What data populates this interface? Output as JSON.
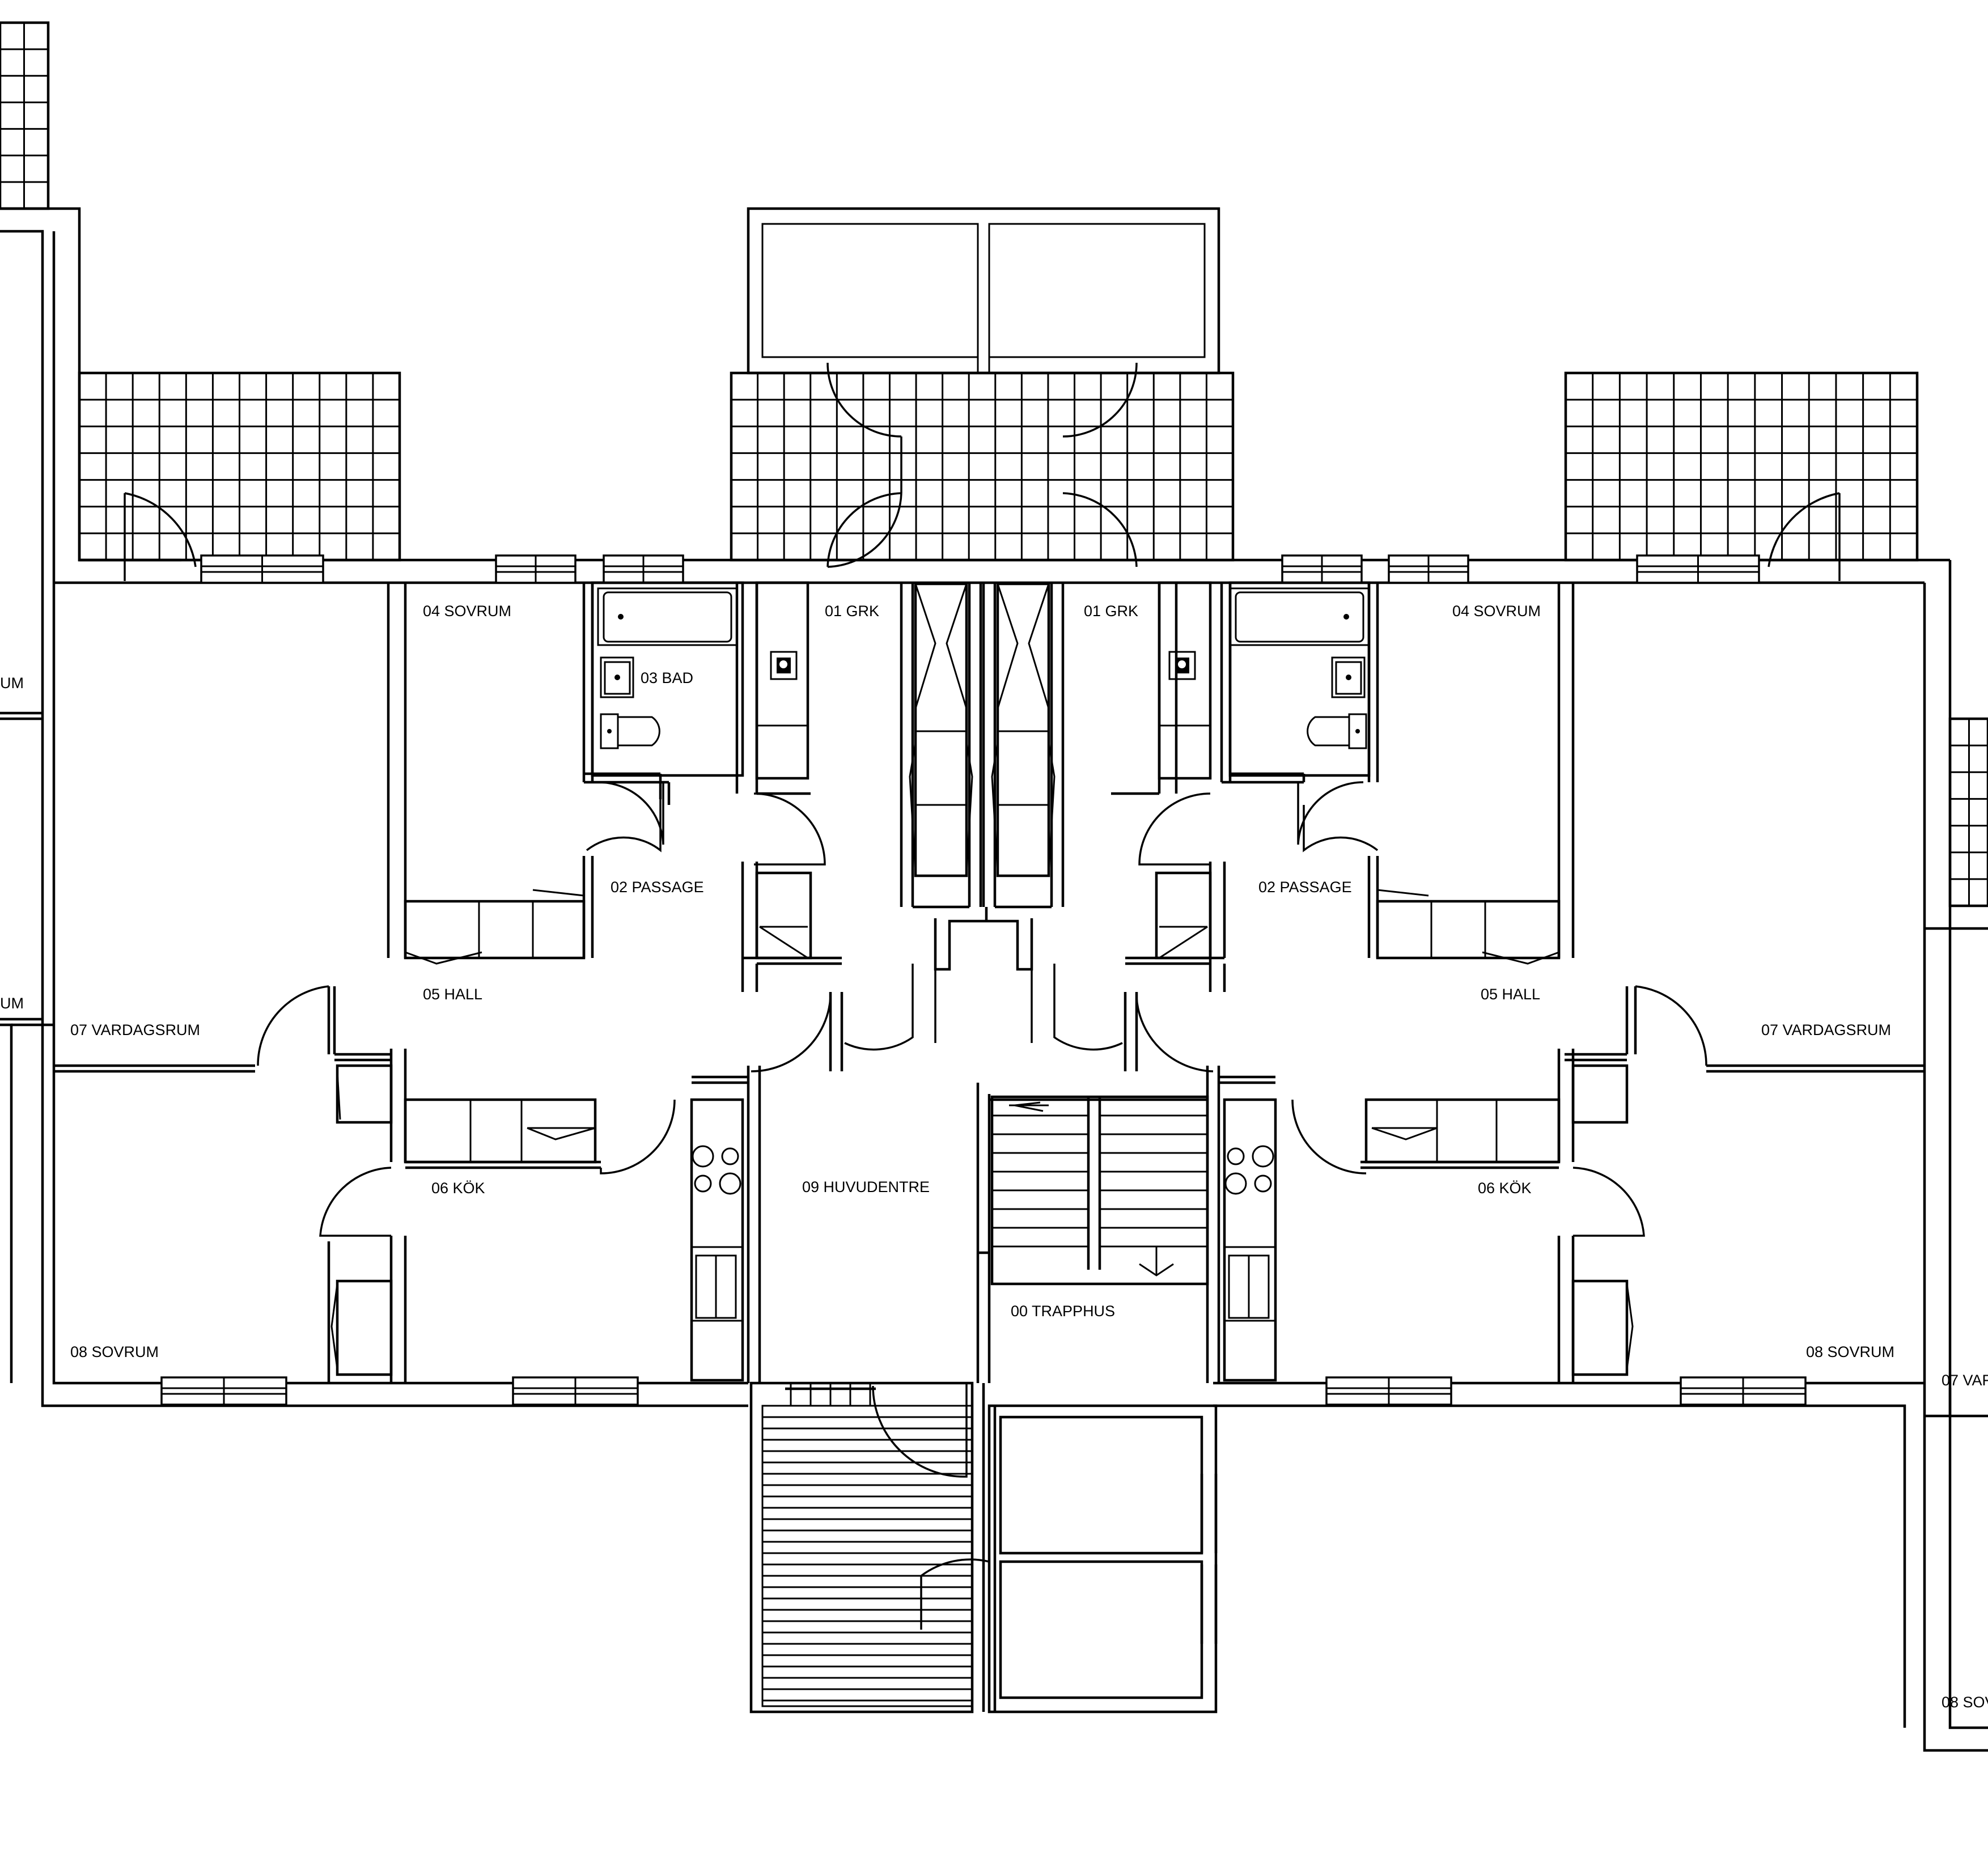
{
  "rooms": {
    "grk_left": "01 GRK",
    "grk_right": "01 GRK",
    "sovrum04_left": "04 SOVRUM",
    "sovrum04_right": "04 SOVRUM",
    "bad": "03 BAD",
    "passage_left": "02 PASSAGE",
    "passage_right": "02 PASSAGE",
    "hall_left": "05 HALL",
    "hall_right": "05 HALL",
    "vardagsrum_left": "07 VARDAGSRUM",
    "vardagsrum_right": "07 VARDAGSRUM",
    "kok_left": "06 KÖK",
    "kok_right": "06 KÖK",
    "huvudentre": "09 HUVUDENTRE",
    "trapphus": "00 TRAPPHUS",
    "sovrum08_left": "08 SOVRUM",
    "sovrum08_right": "08 SOVRUM",
    "edge_top_left": "UM",
    "edge_mid_left": "UM",
    "edge_right_07": "07 VAF",
    "edge_right_08": "08 SOV"
  },
  "colors": {
    "line": "#000000",
    "background": "#ffffff"
  }
}
